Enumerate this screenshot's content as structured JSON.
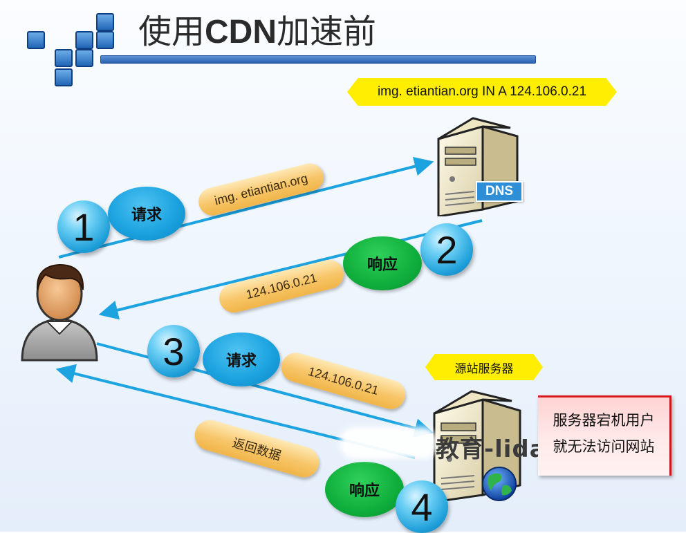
{
  "title": {
    "text_plain": "使用",
    "text_bold": "CDN",
    "text_rest": "加速前"
  },
  "dns_record": "img. etiantian.org   IN   A 124.106.0.21",
  "dns_server_label": "DNS",
  "origin_server_label": "源站服务器",
  "steps": [
    {
      "number": "1",
      "action": "请求",
      "payload": "img. etiantian.org"
    },
    {
      "number": "2",
      "action": "响应",
      "payload": "124.106.0.21"
    },
    {
      "number": "3",
      "action": "请求",
      "payload": "124.106.0.21"
    },
    {
      "number": "4",
      "action": "响应",
      "payload": "返回数据"
    }
  ],
  "note": {
    "line1": "服务器宕机用户",
    "line2": "就无法访问网站"
  },
  "watermark": "教育-lidao",
  "colors": {
    "arrow": "#1ca3e0",
    "banner": "#ffee00",
    "request_ellipse": "#1ca3e0",
    "response_ellipse": "#0fae3c",
    "note_border": "#d8191f"
  },
  "icons": [
    "user-icon",
    "dns-server-icon",
    "origin-server-icon",
    "globe-icon",
    "blue-squares-logo-icon"
  ]
}
